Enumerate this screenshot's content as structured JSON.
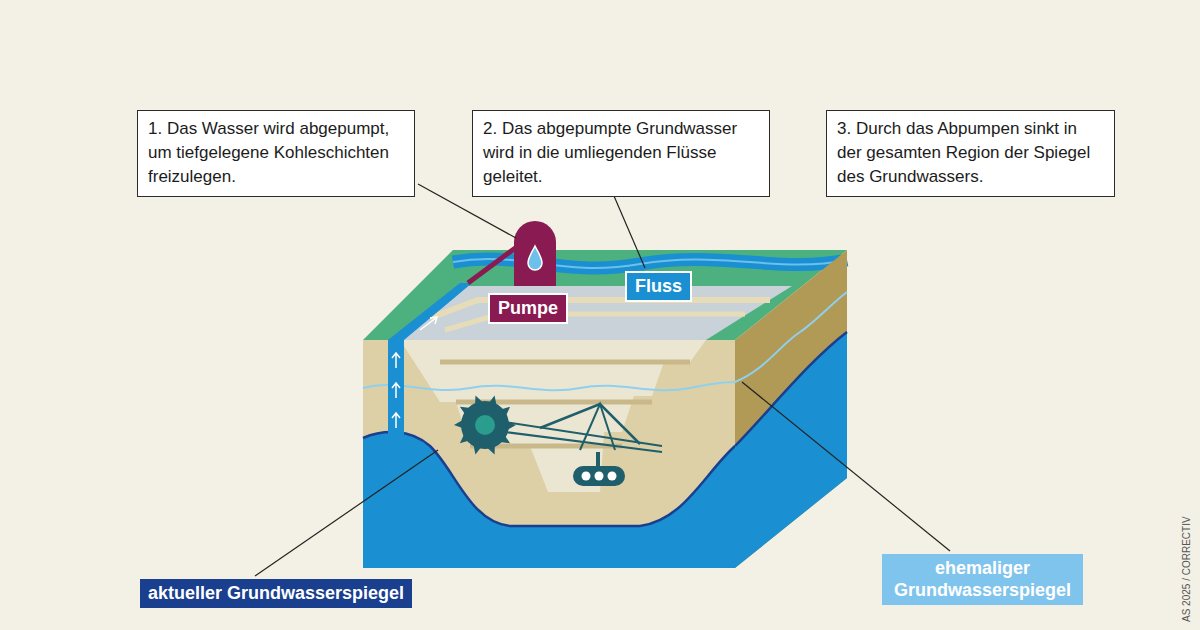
{
  "diagram": {
    "nodes": [
      {
        "text": [
          "1. Das Wasser wird abgepumpt, um tiefgelegene Kohleschichten freizulegen."
        ]
      },
      {
        "text": [
          "2. Das abgepumpte Grundwasser wird in die umliegenden Flüsse geleitet."
        ]
      },
      {
        "text": [
          "3. Durch das Abpumpen sinkt in der gesamten Region der Spiegel des Grundwassers."
        ]
      },
      {
        "text": [
          "Pumpe"
        ]
      },
      {
        "text": [
          "Fluss"
        ]
      },
      {
        "text": [
          "aktueller Grundwasserspiegel"
        ]
      },
      {
        "text": [
          "ehemaliger Grundwasserspiegel"
        ]
      }
    ],
    "labels": [
      "AS 2025 / CORRECTIV"
    ]
  }
}
